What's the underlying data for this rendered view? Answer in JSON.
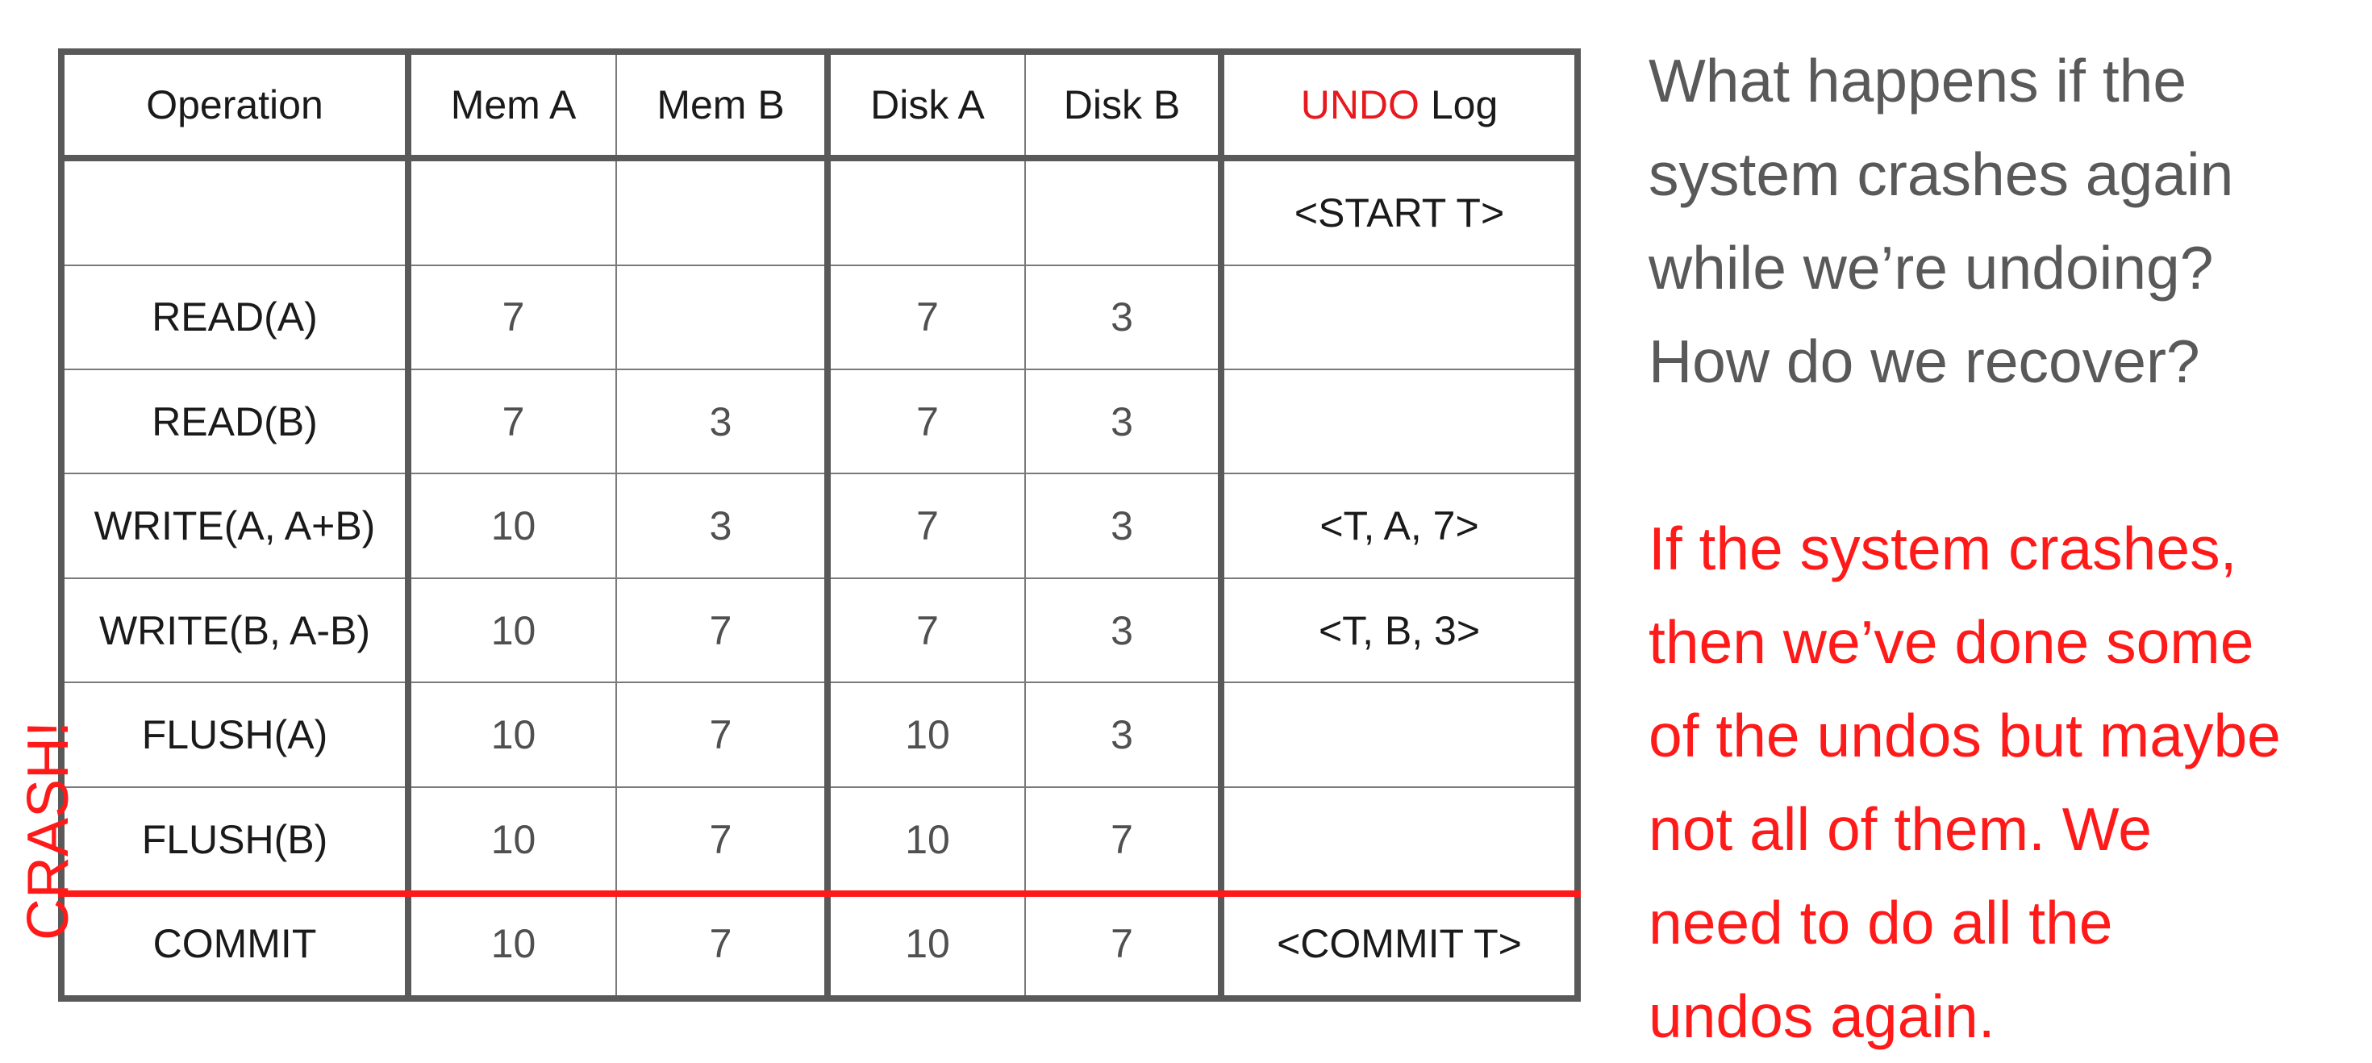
{
  "table": {
    "headers": {
      "operation": "Operation",
      "mem_a": "Mem A",
      "mem_b": "Mem B",
      "disk_a": "Disk A",
      "disk_b": "Disk B",
      "undo_word": "UNDO",
      "log_word": " Log"
    },
    "rows": [
      {
        "op": "",
        "mem_a": "",
        "mem_b": "",
        "disk_a": "",
        "disk_b": "",
        "log": "<START T>"
      },
      {
        "op": "READ(A)",
        "mem_a": "7",
        "mem_b": "",
        "disk_a": "7",
        "disk_b": "3",
        "log": ""
      },
      {
        "op": "READ(B)",
        "mem_a": "7",
        "mem_b": "3",
        "disk_a": "7",
        "disk_b": "3",
        "log": ""
      },
      {
        "op": "WRITE(A, A+B)",
        "mem_a": "10",
        "mem_b": "3",
        "disk_a": "7",
        "disk_b": "3",
        "log": "<T, A, 7>"
      },
      {
        "op": "WRITE(B, A-B)",
        "mem_a": "10",
        "mem_b": "7",
        "disk_a": "7",
        "disk_b": "3",
        "log": "<T, B, 3>"
      },
      {
        "op": "FLUSH(A)",
        "mem_a": "10",
        "mem_b": "7",
        "disk_a": "10",
        "disk_b": "3",
        "log": ""
      },
      {
        "op": "FLUSH(B)",
        "mem_a": "10",
        "mem_b": "7",
        "disk_a": "10",
        "disk_b": "7",
        "log": ""
      },
      {
        "op": "COMMIT",
        "mem_a": "10",
        "mem_b": "7",
        "disk_a": "10",
        "disk_b": "7",
        "log": "<COMMIT T>"
      }
    ]
  },
  "crash": {
    "label": "CRASH!",
    "color": "#ff1a1a"
  },
  "side": {
    "question_lines": [
      "What happens if the",
      "system crashes again",
      "while we’re undoing?",
      "How do we recover?"
    ],
    "answer_lines": [
      "If the system crashes,",
      "then we’ve done some",
      "of the undos but maybe",
      "not all of them. We",
      "need to do all the",
      "undos again."
    ]
  },
  "colors": {
    "accent_red": "#ff1a1a",
    "undo_red": "#e8191e",
    "grid_dark": "#595959",
    "text_gray": "#595959"
  }
}
